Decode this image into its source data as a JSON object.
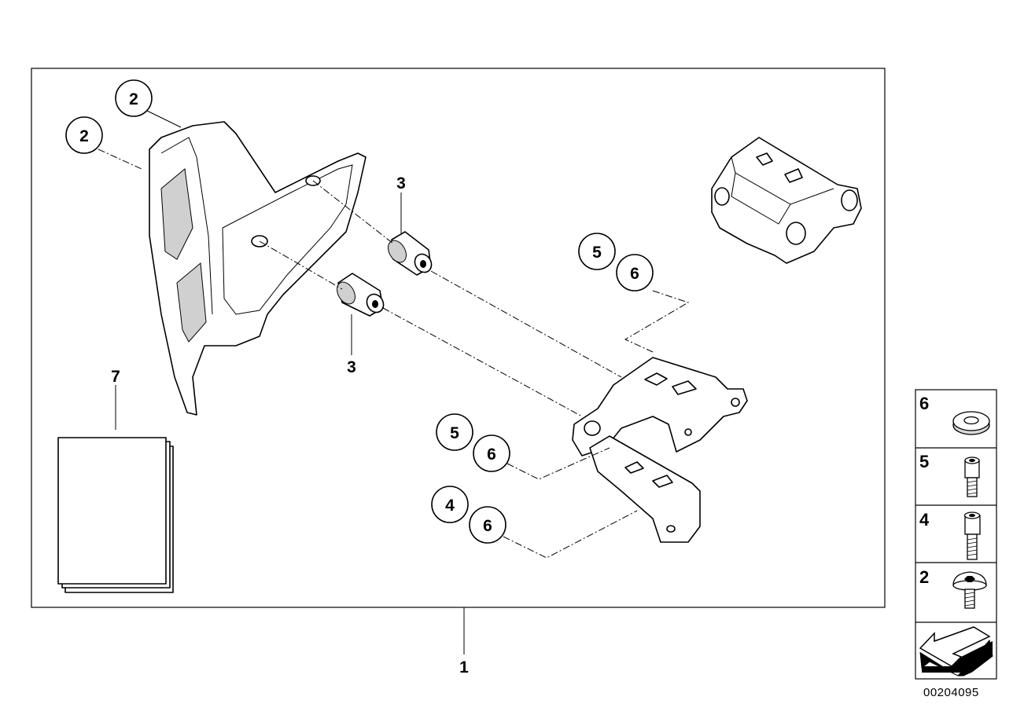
{
  "callouts": {
    "c2a": "2",
    "c2b": "2",
    "c3a": "3",
    "c3b": "3",
    "c5a": "5",
    "c6a": "6",
    "c5b": "5",
    "c6b": "6",
    "c4": "4",
    "c6c": "6",
    "c7": "7",
    "c1": "1"
  },
  "legend": {
    "items": [
      {
        "number": "6",
        "icon": "washer-icon"
      },
      {
        "number": "5",
        "icon": "socket-screw-short-icon"
      },
      {
        "number": "4",
        "icon": "socket-screw-long-icon"
      },
      {
        "number": "2",
        "icon": "torx-screw-icon"
      }
    ],
    "nav_icon": "arrow-left-icon"
  },
  "diagram_code": "00204095"
}
